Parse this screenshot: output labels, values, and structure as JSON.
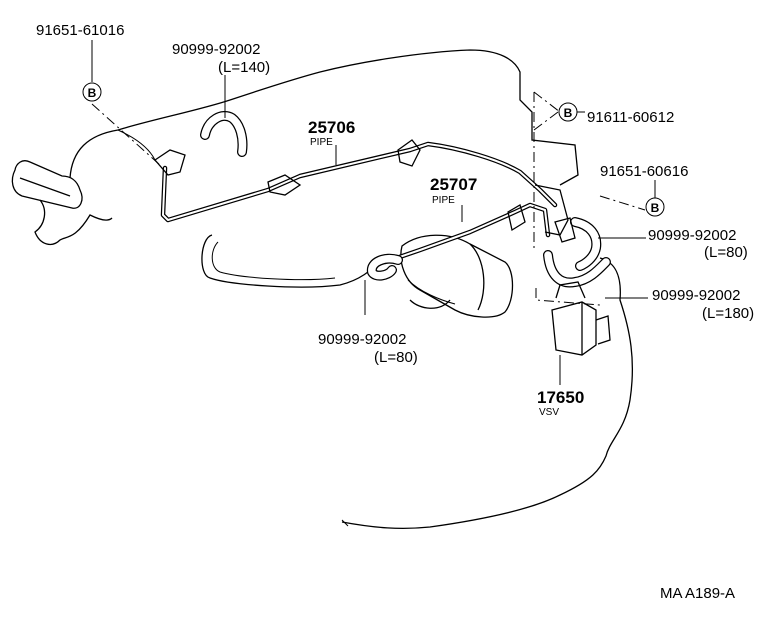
{
  "labels": {
    "bolt_left": "91651-61016",
    "hose_top": "90999-92002",
    "hose_top_len": "(L=140)",
    "pipe_25706": "25706",
    "pipe_25706_name": "PIPE",
    "pipe_25707": "25707",
    "pipe_25707_name": "PIPE",
    "bolt_right_top": "91611-60612",
    "bolt_right_mid": "91651-60616",
    "hose_right_a": "90999-92002",
    "hose_right_a_len": "(L=80)",
    "hose_right_b": "90999-92002",
    "hose_right_b_len": "(L=180)",
    "hose_bottom": "90999-92002",
    "hose_bottom_len": "(L=80)",
    "vsv_number": "17650",
    "vsv_name": "VSV",
    "figure_code": "MA A189-A"
  },
  "callouts": {
    "bolt_symbol": "B"
  }
}
